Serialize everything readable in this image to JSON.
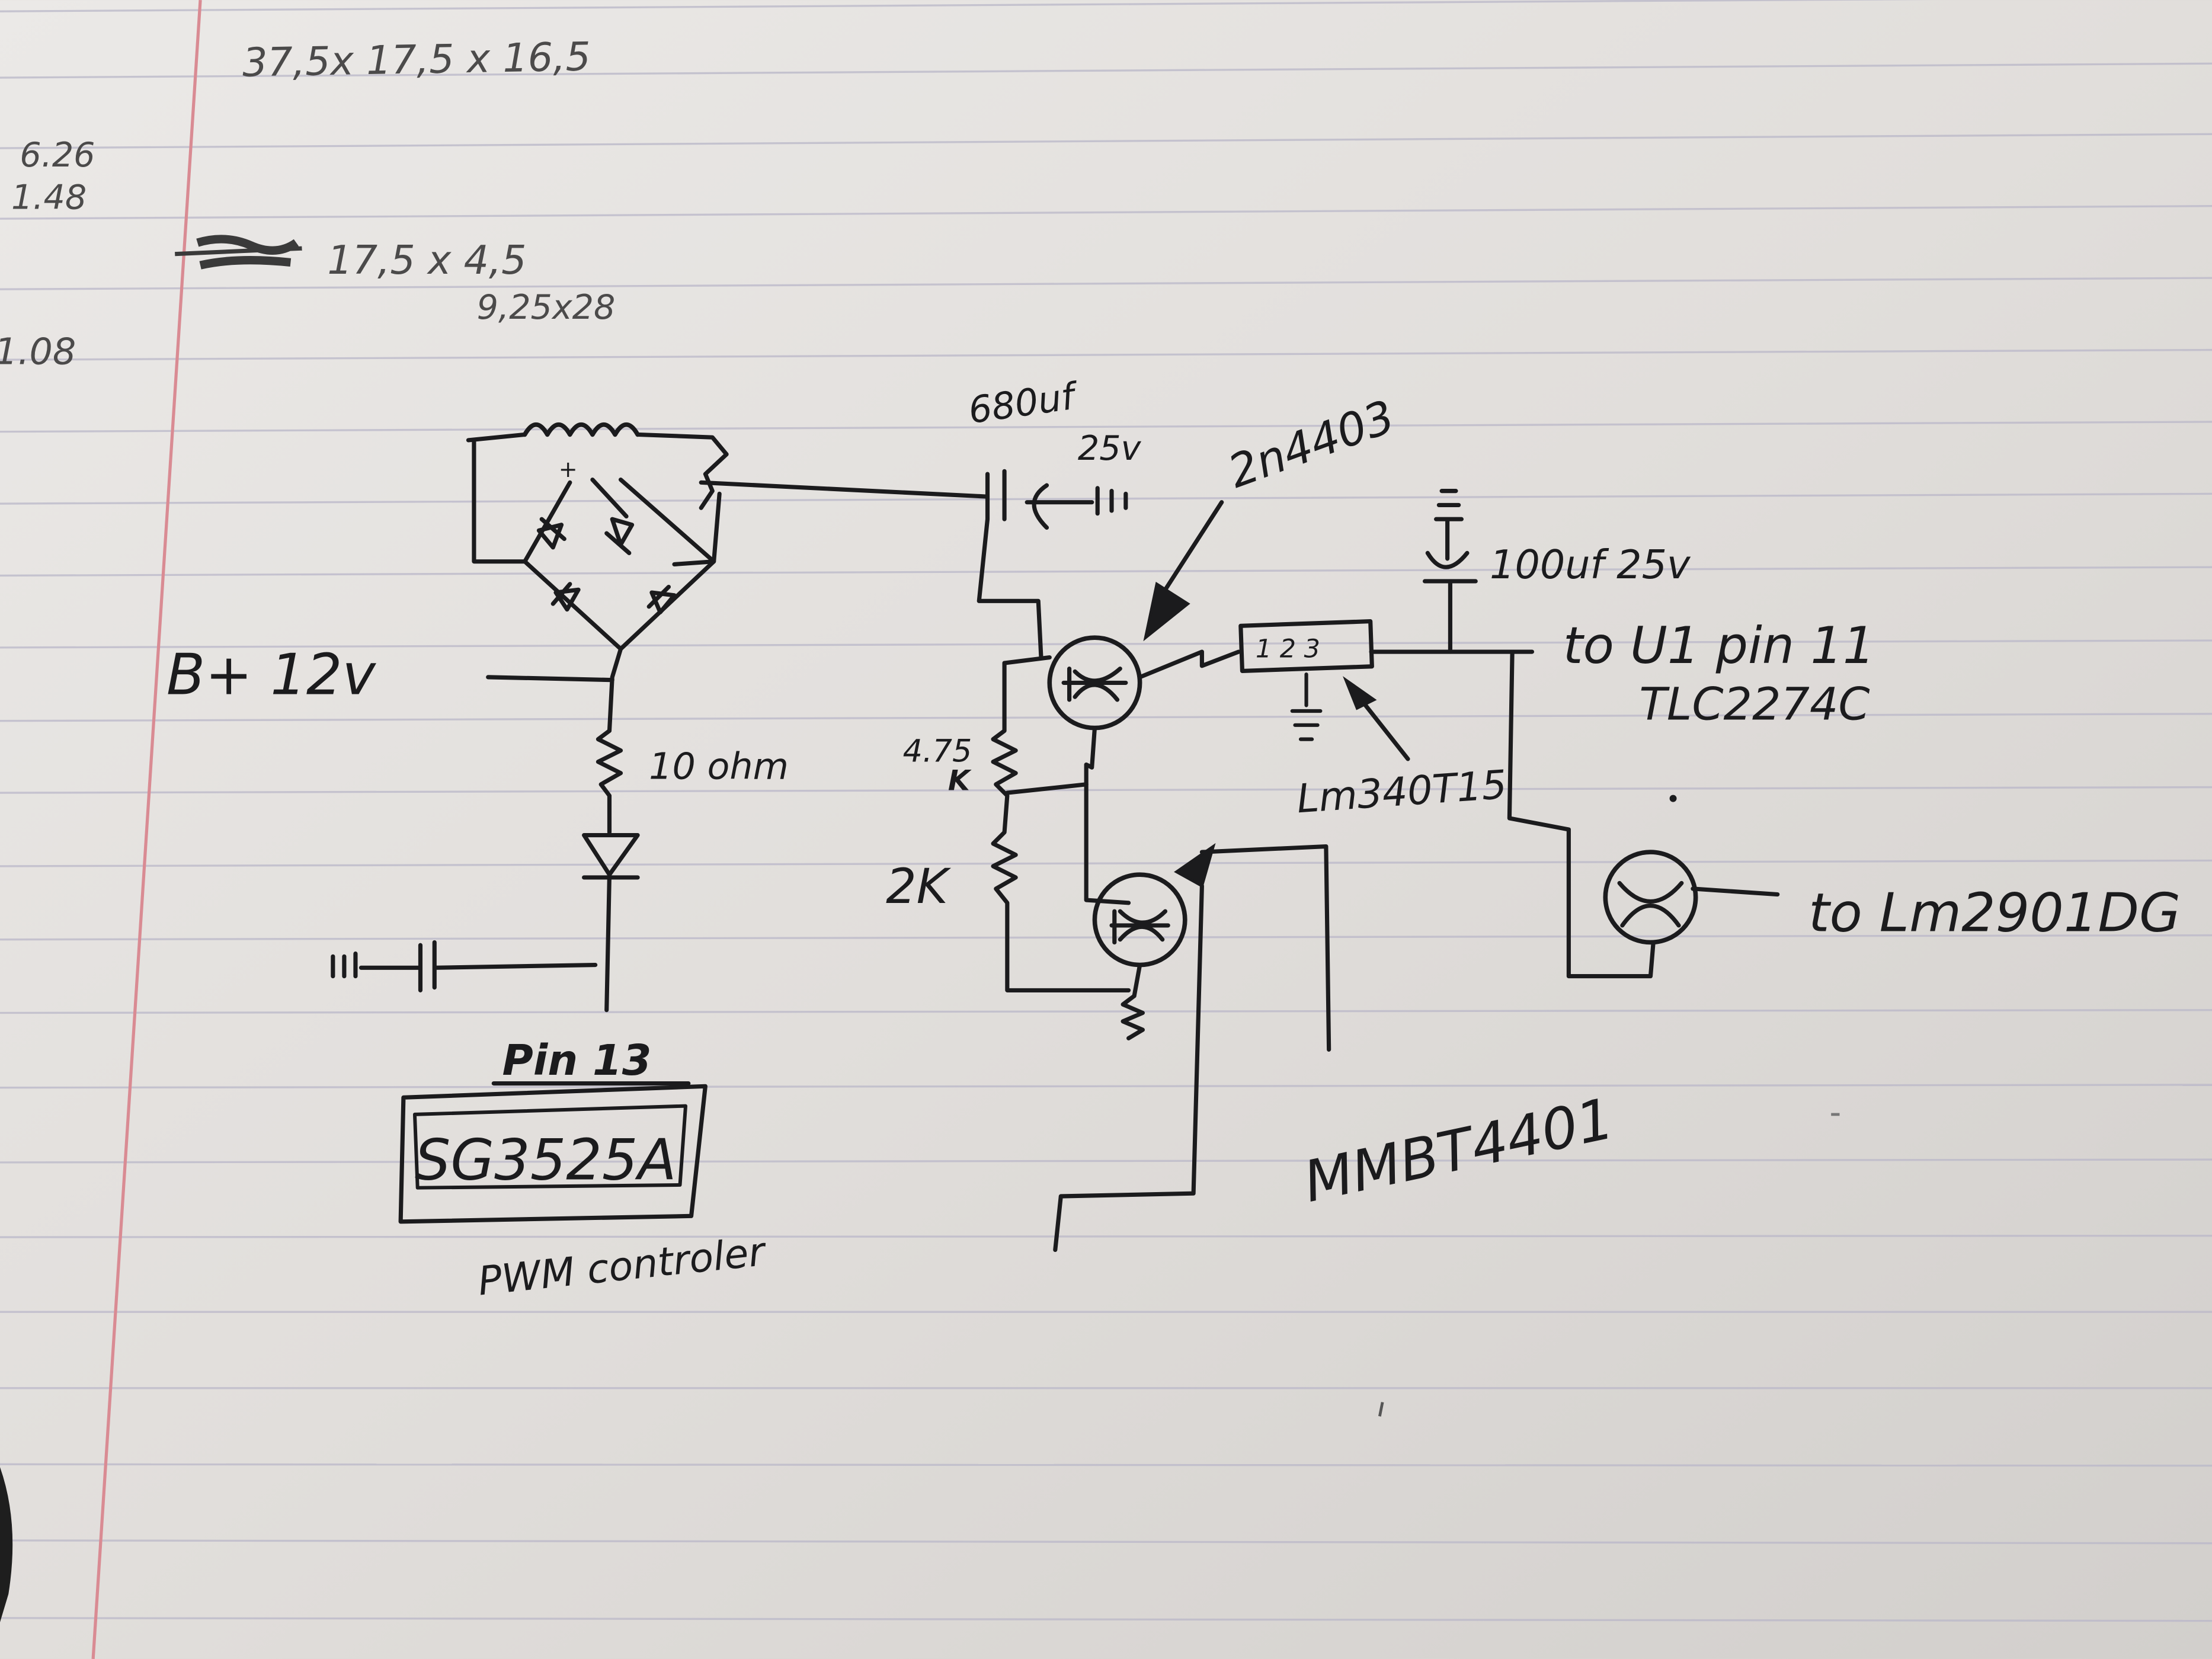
{
  "margin_notes": {
    "dims_1": "37,5x 17,5 x 16,5",
    "dims_2": "6.26",
    "dims_3": "1.48",
    "dims_4": "17,5 x 4,5",
    "dims_5": "9,25x28",
    "dims_6": "1.08"
  },
  "labels": {
    "supply": "B+ 12v",
    "r_10": "10 ohm",
    "pin": "Pin 13",
    "ic": "SG3525A",
    "ic_caption": "PWM controler",
    "cap_680_value": "680uf",
    "cap_680_voltage": "25v",
    "q1_part": "2n4403",
    "r_475_value": "4.75",
    "r_475_unit": "K",
    "r_2k": "2K",
    "reg_pins": "1 2 3",
    "reg_part": "Lm340T15",
    "cap_100": "100uf 25v",
    "to_u1": "to U1 pin 11",
    "u1_part": "TLC2274C",
    "to_lm": "to Lm2901DG",
    "q2_part": "MMBT4401"
  },
  "colors": {
    "paper": "#e3e0dd",
    "ink": "#1b1b1d",
    "rule_line": "#b9b7c8",
    "margin_line": "#d98b93",
    "pencil": "#4b4a4a"
  }
}
